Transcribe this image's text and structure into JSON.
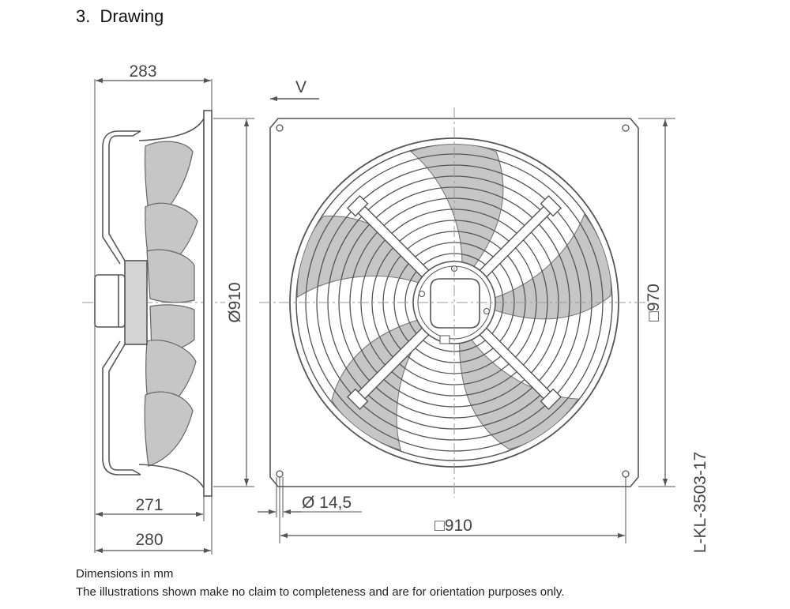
{
  "heading": {
    "number": "3.",
    "title": "Drawing"
  },
  "dimensions": {
    "depth_total": "283",
    "flow_direction": "V",
    "diameter_impeller": "Ø910",
    "plate_square": "□970",
    "hole_diameter": "Ø 14,5",
    "hole_spacing": "□910",
    "depth_271": "271",
    "depth_280": "280"
  },
  "drawing_id": "L-KL-3503-17",
  "notes": {
    "units": "Dimensions in mm",
    "disclaimer": "The illustrations shown make no claim to completeness and are for orientation purposes only."
  },
  "colors": {
    "line": "#555555",
    "blade_fill": "#c6c6c6",
    "centerline": "#999999"
  }
}
